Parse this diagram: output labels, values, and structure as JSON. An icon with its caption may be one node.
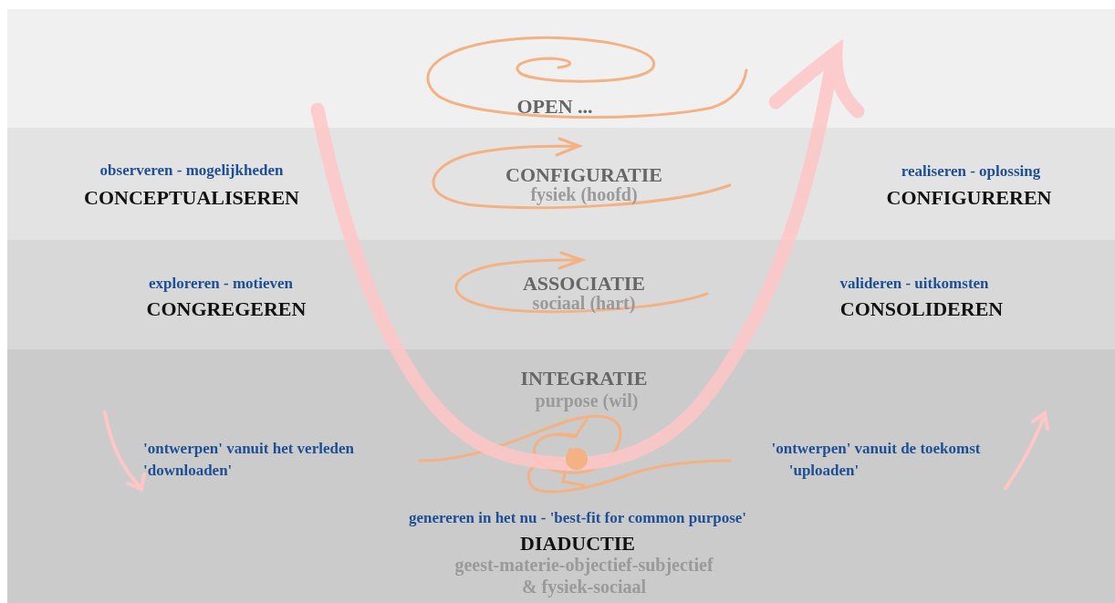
{
  "diagram": {
    "labels": [
      "OPEN ...",
      "observeren - mogelijkheden",
      "CONCEPTUALISEREN",
      "CONFIGURATIE",
      "fysiek (hoofd)",
      "realiseren - oplossing",
      "CONFIGUREREN",
      "exploreren - motieven",
      "CONGREGEREN",
      "ASSOCIATIE",
      "sociaal (hart)",
      "valideren - uitkomsten",
      "CONSOLIDEREN",
      "INTEGRATIE",
      "purpose (wil)",
      "'ontwerpen' vanuit het verleden",
      "'downloaden'",
      "'ontwerpen' vanuit de toekomst",
      "'uploaden'",
      "genereren in het nu - 'best-fit for common purpose'",
      "DIADUCTIE",
      "geest-materie-objectief-subjectief",
      "& fysiek-sociaal"
    ]
  }
}
